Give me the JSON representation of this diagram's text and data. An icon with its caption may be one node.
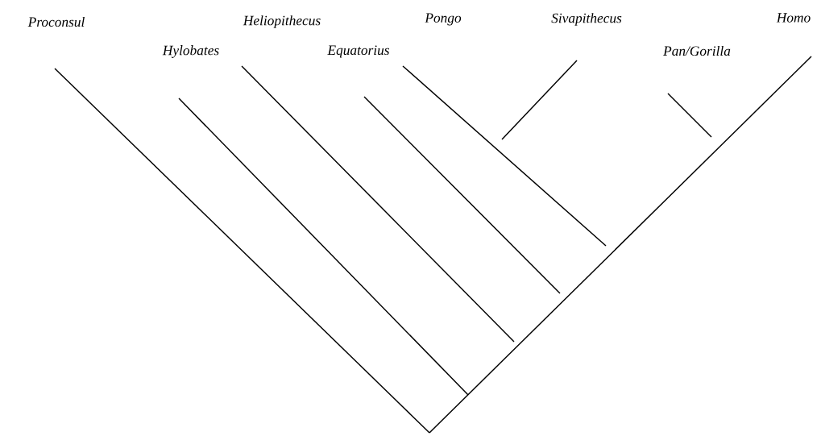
{
  "diagram": {
    "labels": [
      "Proconsul",
      "Heliopithecus",
      "Pongo",
      "Sivapithecus",
      "Homo",
      "Hylobates",
      "Equatorius",
      "Pan/Gorilla"
    ]
  }
}
